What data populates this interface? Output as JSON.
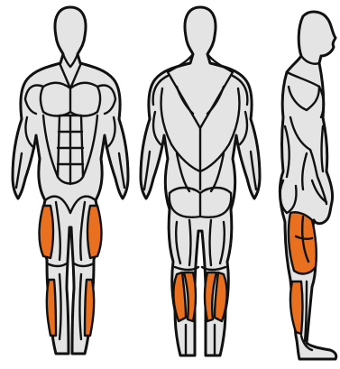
{
  "colors": {
    "background": "#ffffff",
    "skin": "#e4e4e4",
    "outline": "#111111",
    "highlight": "#e8701e"
  },
  "views": [
    {
      "name": "front",
      "highlighted_muscles": [
        "quadriceps-left",
        "quadriceps-right",
        "tibialis-left",
        "tibialis-right"
      ]
    },
    {
      "name": "back",
      "highlighted_muscles": [
        "gastrocnemius-left",
        "gastrocnemius-right",
        "soleus-left",
        "soleus-right"
      ]
    },
    {
      "name": "side",
      "highlighted_muscles": [
        "quadriceps",
        "gastrocnemius"
      ]
    }
  ]
}
